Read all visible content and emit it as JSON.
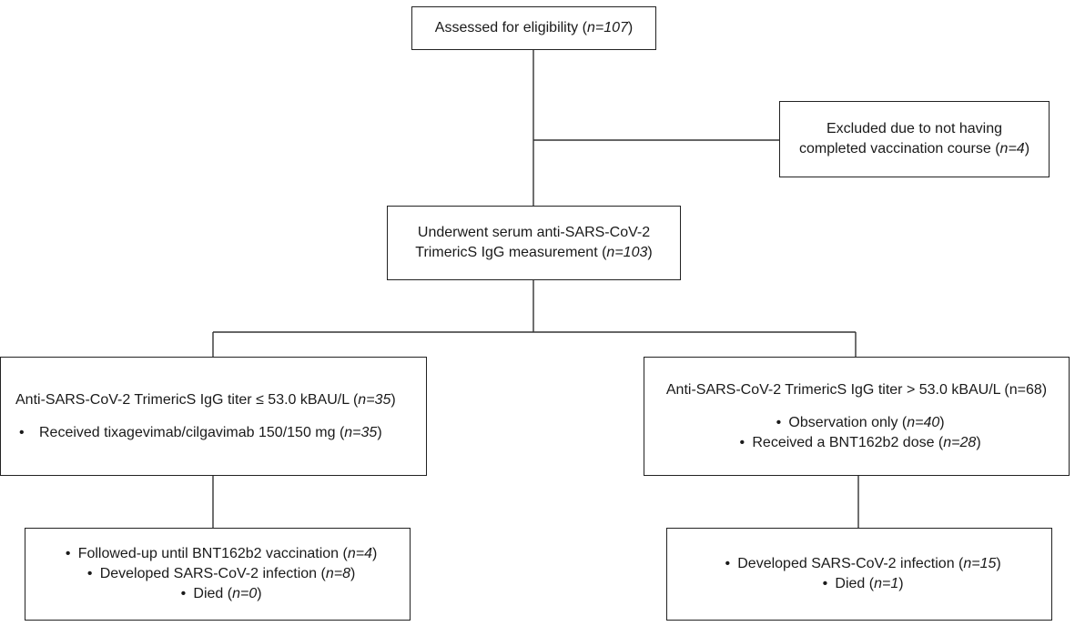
{
  "assessed": {
    "text": "Assessed for eligibility (",
    "n": "n=107",
    "close": ")"
  },
  "excluded": {
    "line1": "Excluded due to not having",
    "line2_text": "completed vaccination course (",
    "line2_n": "n=4",
    "close": ")"
  },
  "underwent": {
    "line1": "Underwent serum anti-SARS-CoV-2",
    "line2_text": "TrimericS IgG measurement (",
    "line2_n": "n=103",
    "close": ")"
  },
  "left_group": {
    "title_text": "Anti-SARS-CoV-2 TrimericS IgG titer ≤ 53.0 kBAU/L (",
    "title_n": "n=35",
    "close": ")",
    "bullet": "•",
    "item_text": "Received tixagevimab/cilgavimab 150/150 mg (",
    "item_n": "n=35"
  },
  "right_group": {
    "title": "Anti-SARS-CoV-2 TrimericS IgG titer > 53.0 kBAU/L (n=68)",
    "bullet": "•",
    "item1_text": "Observation only (",
    "item1_n": "n=40",
    "item2_text": "Received a BNT162b2 dose (",
    "item2_n": "n=28",
    "close": ")"
  },
  "left_outcome": {
    "bullet": "•",
    "item1_text": "Followed-up until BNT162b2 vaccination (",
    "item1_n": "n=4",
    "item2_text": "Developed SARS-CoV-2 infection (",
    "item2_n": "n=8",
    "item3_text": "Died (",
    "item3_n": "n=0",
    "close": ")"
  },
  "right_outcome": {
    "bullet": "•",
    "item1_text": "Developed SARS-CoV-2 infection (",
    "item1_n": "n=15",
    "item2_text": "Died (",
    "item2_n": "n=1",
    "close": ")"
  }
}
